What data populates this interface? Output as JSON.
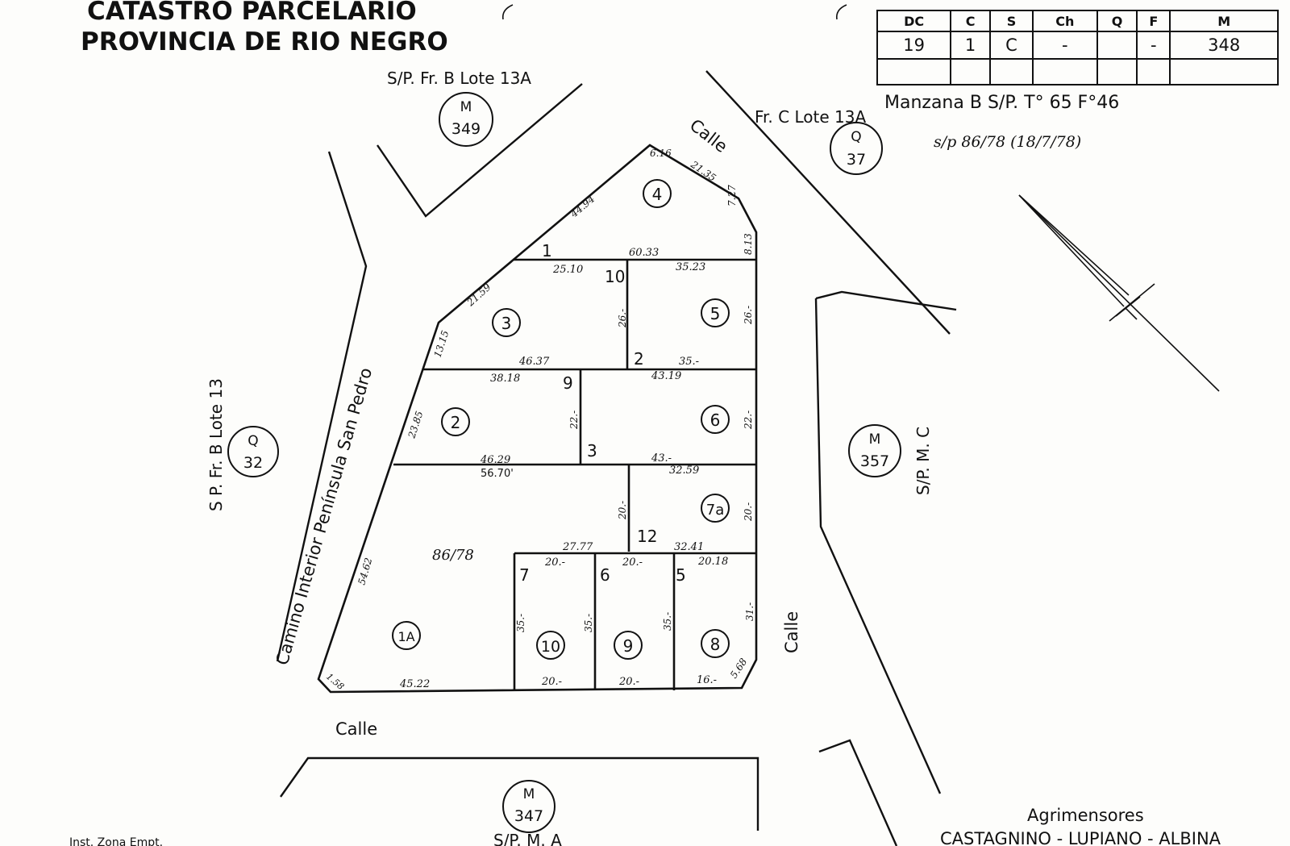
{
  "title": {
    "line1": "CATASTRO PARCELARIO",
    "line2": "PROVINCIA DE RIO NEGRO"
  },
  "header_table": {
    "cols": [
      "DC",
      "C",
      "S",
      "Ch",
      "Q",
      "F",
      "M"
    ],
    "vals": [
      "19",
      "1",
      "C",
      "-",
      "",
      "-",
      "348"
    ]
  },
  "manzana_line": "Manzana B  S/P.  T° 65  F°46",
  "handwritten_ref": "s/p  86/78  (18/7/78)",
  "streets": {
    "top": "Calle",
    "right": "Calle",
    "bottom": "Calle",
    "camino": "Camino Interior Península San Pedro"
  },
  "neighbors": {
    "nw_label": "S/P. Fr. B Lote 13A",
    "ne_label": "Fr. C Lote 13A",
    "w_label": "S P. Fr. B Lote 13",
    "e_label": "S/P. M. C",
    "m349": {
      "top": "M",
      "bottom": "349"
    },
    "q37": {
      "top": "Q",
      "bottom": "37"
    },
    "q32": {
      "top": "Q",
      "bottom": "32"
    },
    "m357": {
      "top": "M",
      "bottom": "357"
    },
    "m347": {
      "top": "M",
      "bottom": "347"
    },
    "smA": "S/P. M. A"
  },
  "lots": {
    "l4": "4",
    "l3": "3",
    "l5": "5",
    "l2": "2",
    "l6": "6",
    "l7a": "7a",
    "l1a": "1A",
    "l10": "10",
    "l9": "9",
    "l8": "8"
  },
  "plan_numbers": {
    "n1": "1",
    "n10": "10",
    "n2": "2",
    "n9": "9",
    "n3": "3",
    "n12": "12",
    "n7": "7",
    "n6": "6",
    "n5": "5"
  },
  "handwritten_lot": "86/78",
  "dimensions": {
    "d616": "6.16",
    "d2135": "21.35",
    "d4494": "44.94",
    "d727": "7.27",
    "d813": "8.13",
    "d6033": "60.33",
    "d2510": "25.10",
    "d3523": "35.23",
    "d2159": "21.59",
    "d26a": "26.-",
    "d26b": "26.-",
    "d1315": "13.15",
    "d4637": "46.37",
    "d35": "35.-",
    "d3818": "38.18",
    "d4319": "43.19",
    "d2385": "23.85",
    "d22a": "22.-",
    "d22b": "22.-",
    "d4629": "46.29",
    "d5670": "56.70'",
    "d43": "43.-",
    "d3259": "32.59",
    "d20a": "20.-",
    "d20b": "20.-",
    "d2777": "27.77",
    "d3241": "32.41",
    "d20c": "20.-",
    "d20d": "20.-",
    "d2018": "20.18",
    "d5462": "54.62",
    "d35a": "35.-",
    "d35b": "35.-",
    "d35c": "35.-",
    "d31": "31.-",
    "d568": "5.68",
    "d158": "1.58",
    "d4522": "45.22",
    "d20e": "20.-",
    "d20f": "20.-",
    "d16": "16.-"
  },
  "surveyors": {
    "label": "Agrimensores",
    "names": "CASTAGNINO - LUPIANO - ALBINA"
  },
  "footer_note": "Inst. Zona Empt."
}
